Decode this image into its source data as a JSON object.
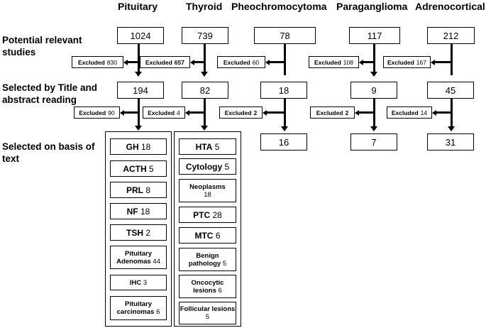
{
  "columns": {
    "pituitary": "Pituitary",
    "thyroid": "Thyroid",
    "pheo": "Pheochromocytoma",
    "para": "Paraganglioma",
    "adreno": "Adrenocortical"
  },
  "rows": {
    "potential": "Potential relevant studies",
    "selected_title": "Selected by Title and abstract reading",
    "selected_text": "Selected on basis of text"
  },
  "potential": {
    "pituitary": "1024",
    "thyroid": "739",
    "pheo": "78",
    "para": "117",
    "adreno": "212"
  },
  "excluded_label": "Excluded",
  "excluded1": {
    "pituitary": "830",
    "thyroid": "657",
    "pheo": "60",
    "para": "108",
    "adreno": "167"
  },
  "title_sel": {
    "pituitary": "194",
    "thyroid": "82",
    "pheo": "18",
    "para": "9",
    "adreno": "45"
  },
  "excluded2": {
    "pituitary": "90",
    "thyroid": "4",
    "pheo": "2",
    "para": "2",
    "adreno": "14"
  },
  "text_sel": {
    "pheo": "16",
    "para": "7",
    "adreno": "31"
  },
  "pituitary_items": [
    {
      "name": "GH",
      "count": "18"
    },
    {
      "name": "ACTH",
      "count": "5"
    },
    {
      "name": "PRL",
      "count": "8"
    },
    {
      "name": "NF",
      "count": "18"
    },
    {
      "name": "TSH",
      "count": "2"
    },
    {
      "name": "Pituitary Adenomas",
      "count": "44"
    },
    {
      "name": "IHC",
      "count": "3"
    },
    {
      "name": "Pituitary carcinomas",
      "count": "6"
    }
  ],
  "thyroid_items": [
    {
      "name": "HTA",
      "count": "5"
    },
    {
      "name": "Cytology",
      "count": "5"
    },
    {
      "name": "Neoplasms",
      "count": "18"
    },
    {
      "name": "PTC",
      "count": "28"
    },
    {
      "name": "MTC",
      "count": "6"
    },
    {
      "name": "Benign pathology",
      "count": "5"
    },
    {
      "name": "Oncocytic lesions",
      "count": "6"
    },
    {
      "name": "Follicular lesions",
      "count": "5"
    }
  ]
}
